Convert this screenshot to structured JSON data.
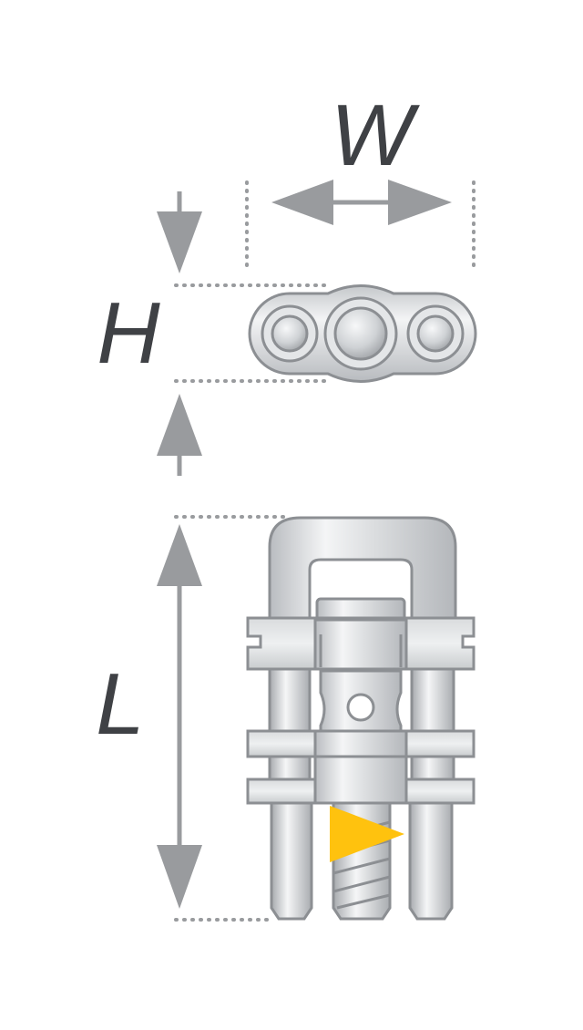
{
  "labels": {
    "width": "W",
    "height": "H",
    "length": "L"
  },
  "colors": {
    "dimension_gray": "#999b9e",
    "label_text": "#3f4145",
    "metal_light": "#f2f3f4",
    "metal_mid": "#d6d8da",
    "metal_dark": "#a9acb0",
    "outline": "#8c8f93",
    "indicator_yellow": "#ffc20e"
  }
}
